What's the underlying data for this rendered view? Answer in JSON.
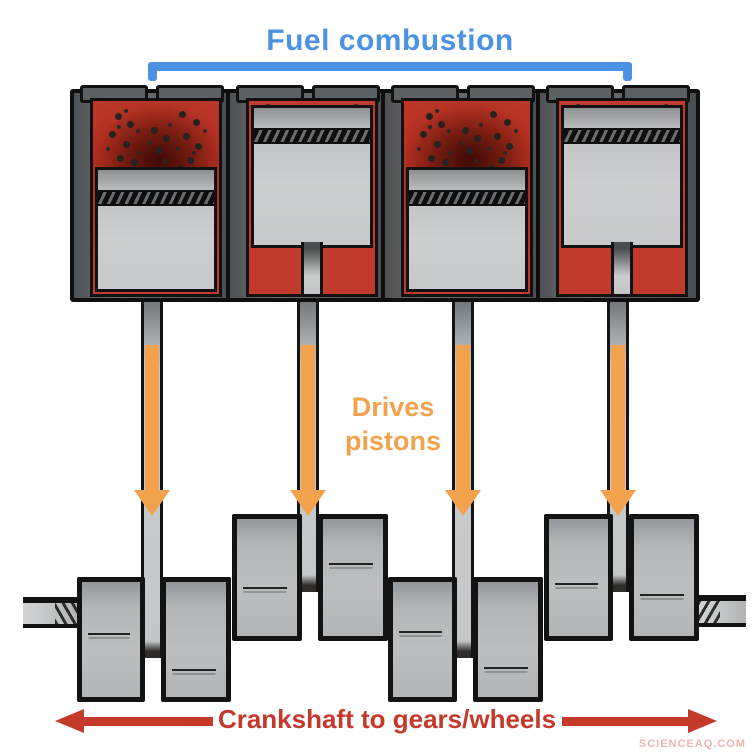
{
  "labels": {
    "fuel_combustion": "Fuel combustion",
    "drives_line1": "Drives",
    "drives_line2": "pistons",
    "crankshaft": "Crankshaft to gears/wheels",
    "watermark": "SCIENCEAQ.COM"
  },
  "colors": {
    "fuel_label_blue": "#4b92e2",
    "drive_arrow_orange": "#f2a24d",
    "crank_label_red": "#c5392b",
    "combustion_red": "#c23a2b",
    "combustion_dark_red": "#5a0f08",
    "metal_dark_gray": "#5c6063",
    "metal_light_gray": "#caccce",
    "outline_black": "#121212",
    "watermark_pink": "#eab6b2"
  },
  "diagram": {
    "type": "four-cylinder-engine-cross-section",
    "cylinder_count": 4,
    "cylinders": [
      {
        "index": 1,
        "state": "combustion-fired",
        "piston_position": "down",
        "fuel_particles_visible": true
      },
      {
        "index": 2,
        "state": "compression",
        "piston_position": "up",
        "fuel_particles_visible": false
      },
      {
        "index": 3,
        "state": "combustion-fired",
        "piston_position": "down",
        "fuel_particles_visible": true
      },
      {
        "index": 4,
        "state": "compression",
        "piston_position": "up",
        "fuel_particles_visible": false
      }
    ],
    "connecting_rods": 4,
    "crank_webs": 8,
    "crank_web_pattern": [
      "down",
      "down",
      "up",
      "up",
      "down",
      "down",
      "up",
      "up"
    ],
    "flow": [
      "Fuel combustion",
      "Drives pistons",
      "Crankshaft to gears/wheels"
    ]
  }
}
